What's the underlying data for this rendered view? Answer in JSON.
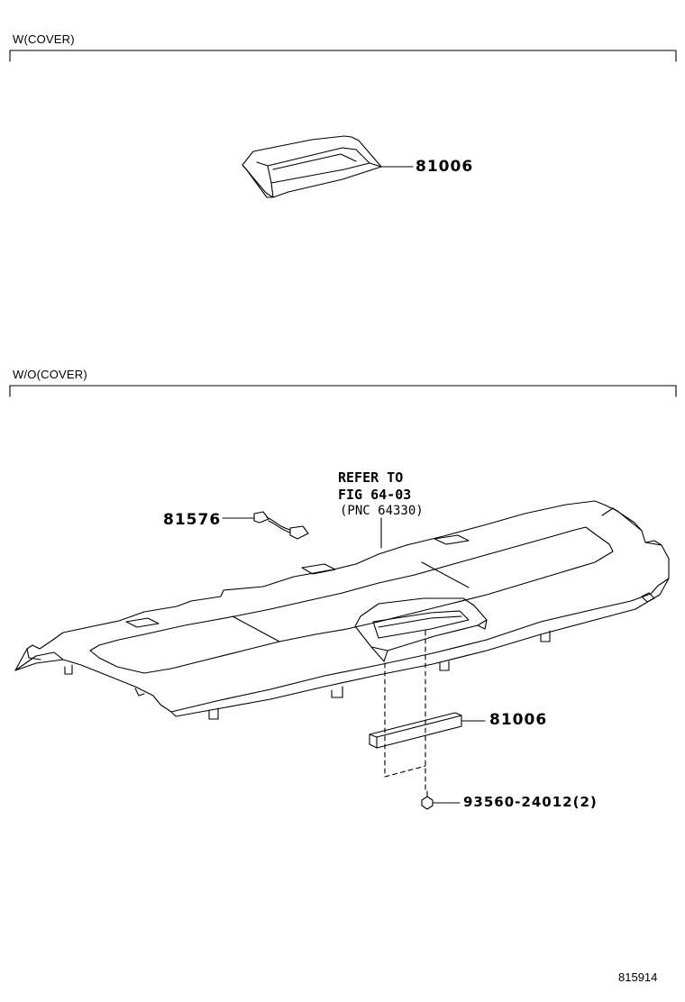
{
  "sections": {
    "with_cover": {
      "label": "W(COVER)"
    },
    "without_cover": {
      "label": "W/O(COVER)"
    }
  },
  "callouts": {
    "top_lamp": "81006",
    "wire": "81576",
    "lamp_bar": "81006",
    "screw": "93560-24012",
    "screw_qty": "(2)",
    "refer_line1": "REFER TO",
    "refer_line2": "FIG 64-03",
    "refer_line3": "(PNC 64330)"
  },
  "figure_id": "815914"
}
